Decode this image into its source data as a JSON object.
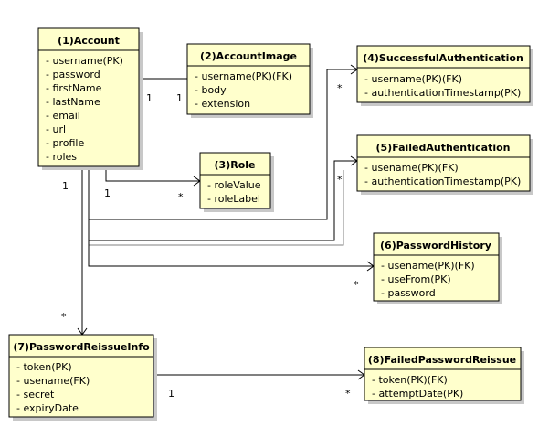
{
  "classes": [
    {
      "key": "account",
      "title": "(1)Account",
      "attributes": [
        "- username(PK)",
        "- password",
        "- firstName",
        "- lastName",
        "- email",
        "- url",
        "- profile",
        "- roles"
      ]
    },
    {
      "key": "account-image",
      "title": "(2)AccountImage",
      "attributes": [
        "- username(PK)(FK)",
        "- body",
        "- extension"
      ]
    },
    {
      "key": "role",
      "title": "(3)Role",
      "attributes": [
        "- roleValue",
        "- roleLabel"
      ]
    },
    {
      "key": "successful-authentication",
      "title": "(4)SuccessfulAuthentication",
      "attributes": [
        "- username(PK)(FK)",
        "- authenticationTimestamp(PK)"
      ]
    },
    {
      "key": "failed-authentication",
      "title": "(5)FailedAuthentication",
      "attributes": [
        "- usename(PK)(FK)",
        "- authenticationTimestamp(PK)"
      ]
    },
    {
      "key": "password-history",
      "title": "(6)PasswordHistory",
      "attributes": [
        "- usename(PK)(FK)",
        "- useFrom(PK)",
        "- password"
      ]
    },
    {
      "key": "password-reissue-info",
      "title": "(7)PasswordReissueInfo",
      "attributes": [
        "- token(PK)",
        "- usename(FK)",
        "- secret",
        "- expiryDate"
      ]
    },
    {
      "key": "failed-password-reissue",
      "title": "(8)FailedPasswordReissue",
      "attributes": [
        "- token(PK)(FK)",
        "- attemptDate(PK)"
      ]
    }
  ],
  "multiplicities": {
    "account_image_src": "1",
    "account_image_dst": "1",
    "role_src": "1",
    "role_dst": "*",
    "success_auth_dst": "*",
    "failed_auth_dst": "*",
    "password_history_dst": "*",
    "reissue_info_src": "1",
    "reissue_info_dst": "*",
    "failed_reissue_src": "1",
    "failed_reissue_dst": "*"
  },
  "colors": {
    "class_fill": "#ffffcc",
    "line": "#000000",
    "shadow": "#c8c8c8"
  }
}
